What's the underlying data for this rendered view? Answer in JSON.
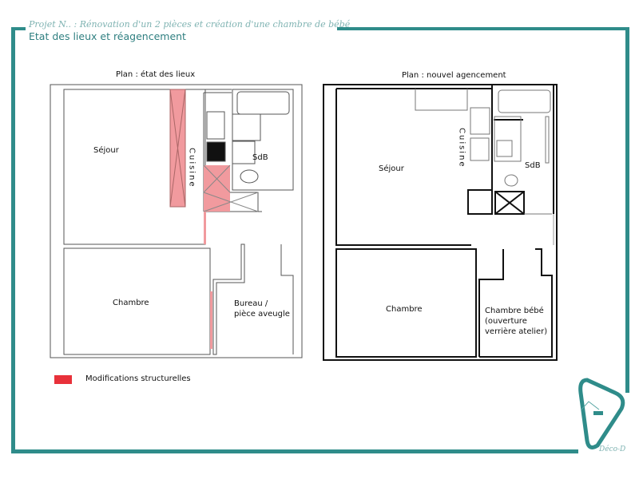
{
  "header": {
    "project_line": "Projet N.. : Rénovation d'un 2 pièces et création d'une chambre de bébé",
    "subtitle": "Etat des lieux et réagencement"
  },
  "plan_before": {
    "title": "Plan : état des lieux",
    "rooms": {
      "sejour": "Séjour",
      "cuisine": "Cuisine",
      "sdb": "SdB",
      "chambre": "Chambre",
      "bureau_l1": "Bureau /",
      "bureau_l2": "pièce aveugle"
    }
  },
  "plan_after": {
    "title": "Plan : nouvel agencement",
    "rooms": {
      "sejour": "Séjour",
      "cuisine": "Cuisine",
      "sdb": "SdB",
      "chambre": "Chambre",
      "bebe_l1": "Chambre bébé",
      "bebe_l2": "(ouverture",
      "bebe_l3": "verrière atelier)"
    }
  },
  "legend": {
    "label": "Modifications structurelles",
    "color": "#e8313a"
  },
  "logo": {
    "text": "Déco-D"
  },
  "colors": {
    "accent": "#2f8c8a",
    "structural": "#f19a9e"
  }
}
